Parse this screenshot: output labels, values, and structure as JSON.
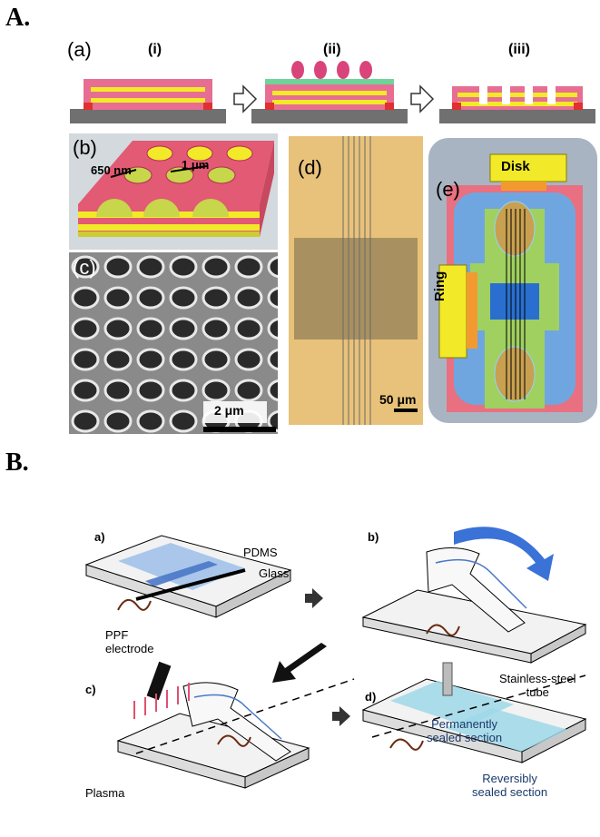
{
  "figure": {
    "panel_a_letter": "A.",
    "panel_b_letter": "B.",
    "a": {
      "label": "(a)",
      "steps": [
        "(i)",
        "(ii)",
        "(iii)"
      ],
      "b_label": "(b)",
      "b_dim1": "650 nm",
      "b_dim2": "1 μm",
      "c_label": "(c)",
      "c_scale": "2 μm",
      "d_label": "(d)",
      "d_scale": "50 μm",
      "e_label": "(e)",
      "e_disk": "Disk",
      "e_ring": "Ring"
    },
    "b": {
      "a_label": "a)",
      "b_label": "b)",
      "c_label": "c)",
      "d_label": "d)",
      "pdms": "PDMS",
      "glass": "Glass",
      "ppf_line1": "PPF",
      "ppf_line2": "electrode",
      "plasma": "Plasma",
      "tube_line1": "Stainless-steel",
      "tube_line2": "tube",
      "perm_line1": "Permanently",
      "perm_line2": "sealed section",
      "rev_line1": "Reversibly",
      "rev_line2": "sealed section"
    }
  }
}
